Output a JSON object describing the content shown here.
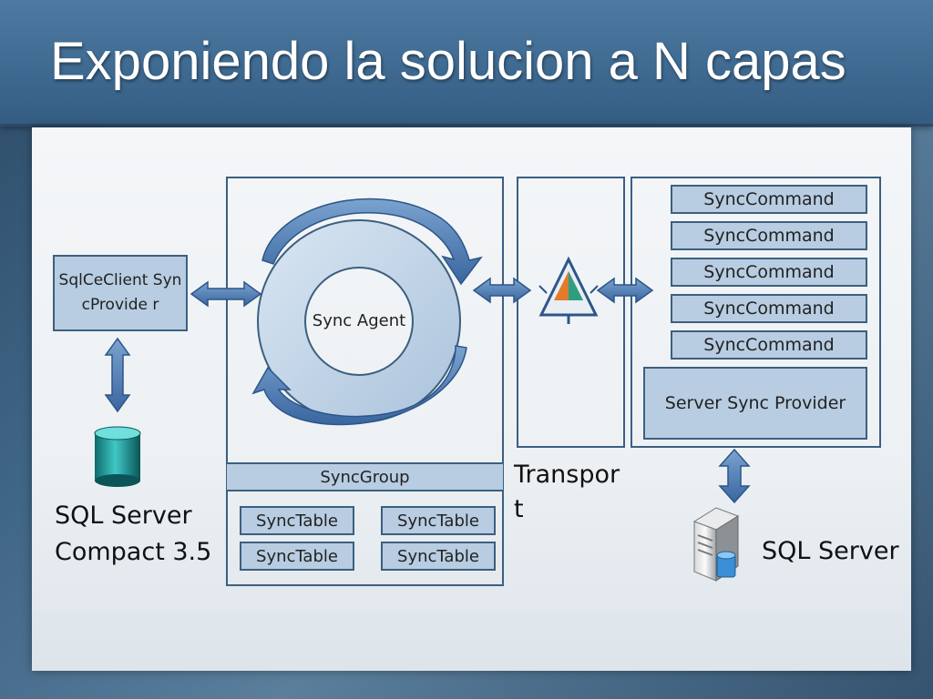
{
  "slide": {
    "title": "Exponiendo la solucion a N capas"
  },
  "diagram": {
    "client_provider": "SqlCeClient SyncProvide r",
    "client_db_label_line1": "SQL Server",
    "client_db_label_line2": "Compact 3.5",
    "sync_agent": "Sync Agent",
    "sync_group": "SyncGroup",
    "sync_tables": [
      "SyncTable",
      "SyncTable",
      "SyncTable",
      "SyncTable"
    ],
    "transport_line1": "Transpor",
    "transport_line2": "t",
    "sync_commands": [
      "SyncCommand",
      "SyncCommand",
      "SyncCommand",
      "SyncCommand",
      "SyncCommand"
    ],
    "server_provider": "Server Sync Provider",
    "server_label": "SQL Server"
  },
  "colors": {
    "box_fill": "#b8cde2",
    "box_border": "#3c5f80",
    "arrow_fill": "#3f6fa8",
    "title_bar": "#3f6a91"
  },
  "icons": [
    "cylinder-database-icon",
    "transport-triangle-icon",
    "server-tower-icon"
  ]
}
